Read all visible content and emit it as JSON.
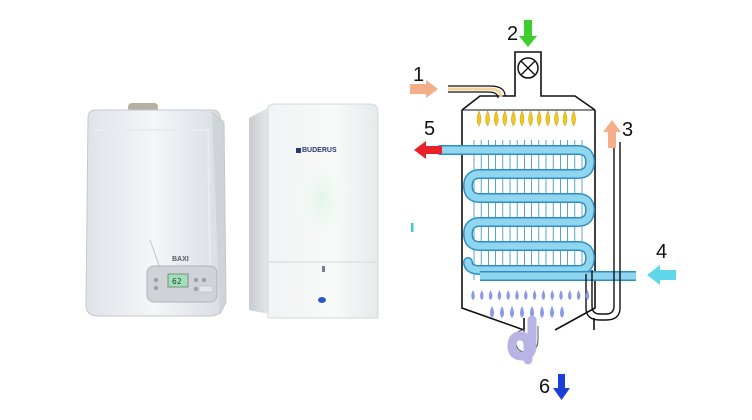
{
  "boiler_left": {
    "brand": "BAXI",
    "display_value": "62"
  },
  "boiler_right": {
    "brand": "BUDERUS"
  },
  "diagram": {
    "labels": {
      "l1": "1",
      "l2": "2",
      "l3": "3",
      "l4": "4",
      "l5": "5",
      "l6": "6"
    }
  },
  "colors": {
    "gas_arrow": "#f4ae8a",
    "air_arrow": "#3ecf2c",
    "flue_arrow": "#f4ae8a",
    "hot_water_arrow": "#e8202a",
    "cold_water_arrow": "#5ed8e8",
    "condensate_arrow": "#1a3fd8",
    "coil": "#8fd6ee",
    "coil_edge": "#2d8fc4",
    "flame": "#f2c81e",
    "droplet": "#8b9ae8",
    "drain_pipe": "#b9b4e6"
  }
}
